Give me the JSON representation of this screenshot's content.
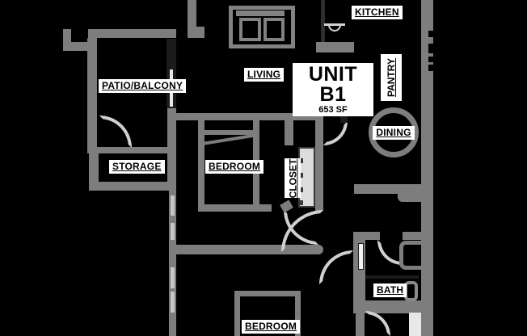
{
  "floorplan": {
    "title": "UNIT B1",
    "area": "653 SF",
    "rooms": {
      "kitchen": "KITCHEN",
      "living": "LIVING",
      "pantry": "PANTRY",
      "dining": "DINING",
      "patio": "PATIO/BALCONY",
      "storage": "STORAGE",
      "bedroom1": "BEDROOM",
      "closet": "CLOSET",
      "bath": "BATH",
      "bedroom2": "BEDROOM"
    },
    "colors": {
      "background": "#000000",
      "wall": "#7d7d7d",
      "door_arc": "#d0d0d0",
      "window": "#c6c6c6",
      "dark_fixture": "#1c1c1c",
      "label_bg": "#ffffff",
      "label_text": "#000000"
    }
  }
}
